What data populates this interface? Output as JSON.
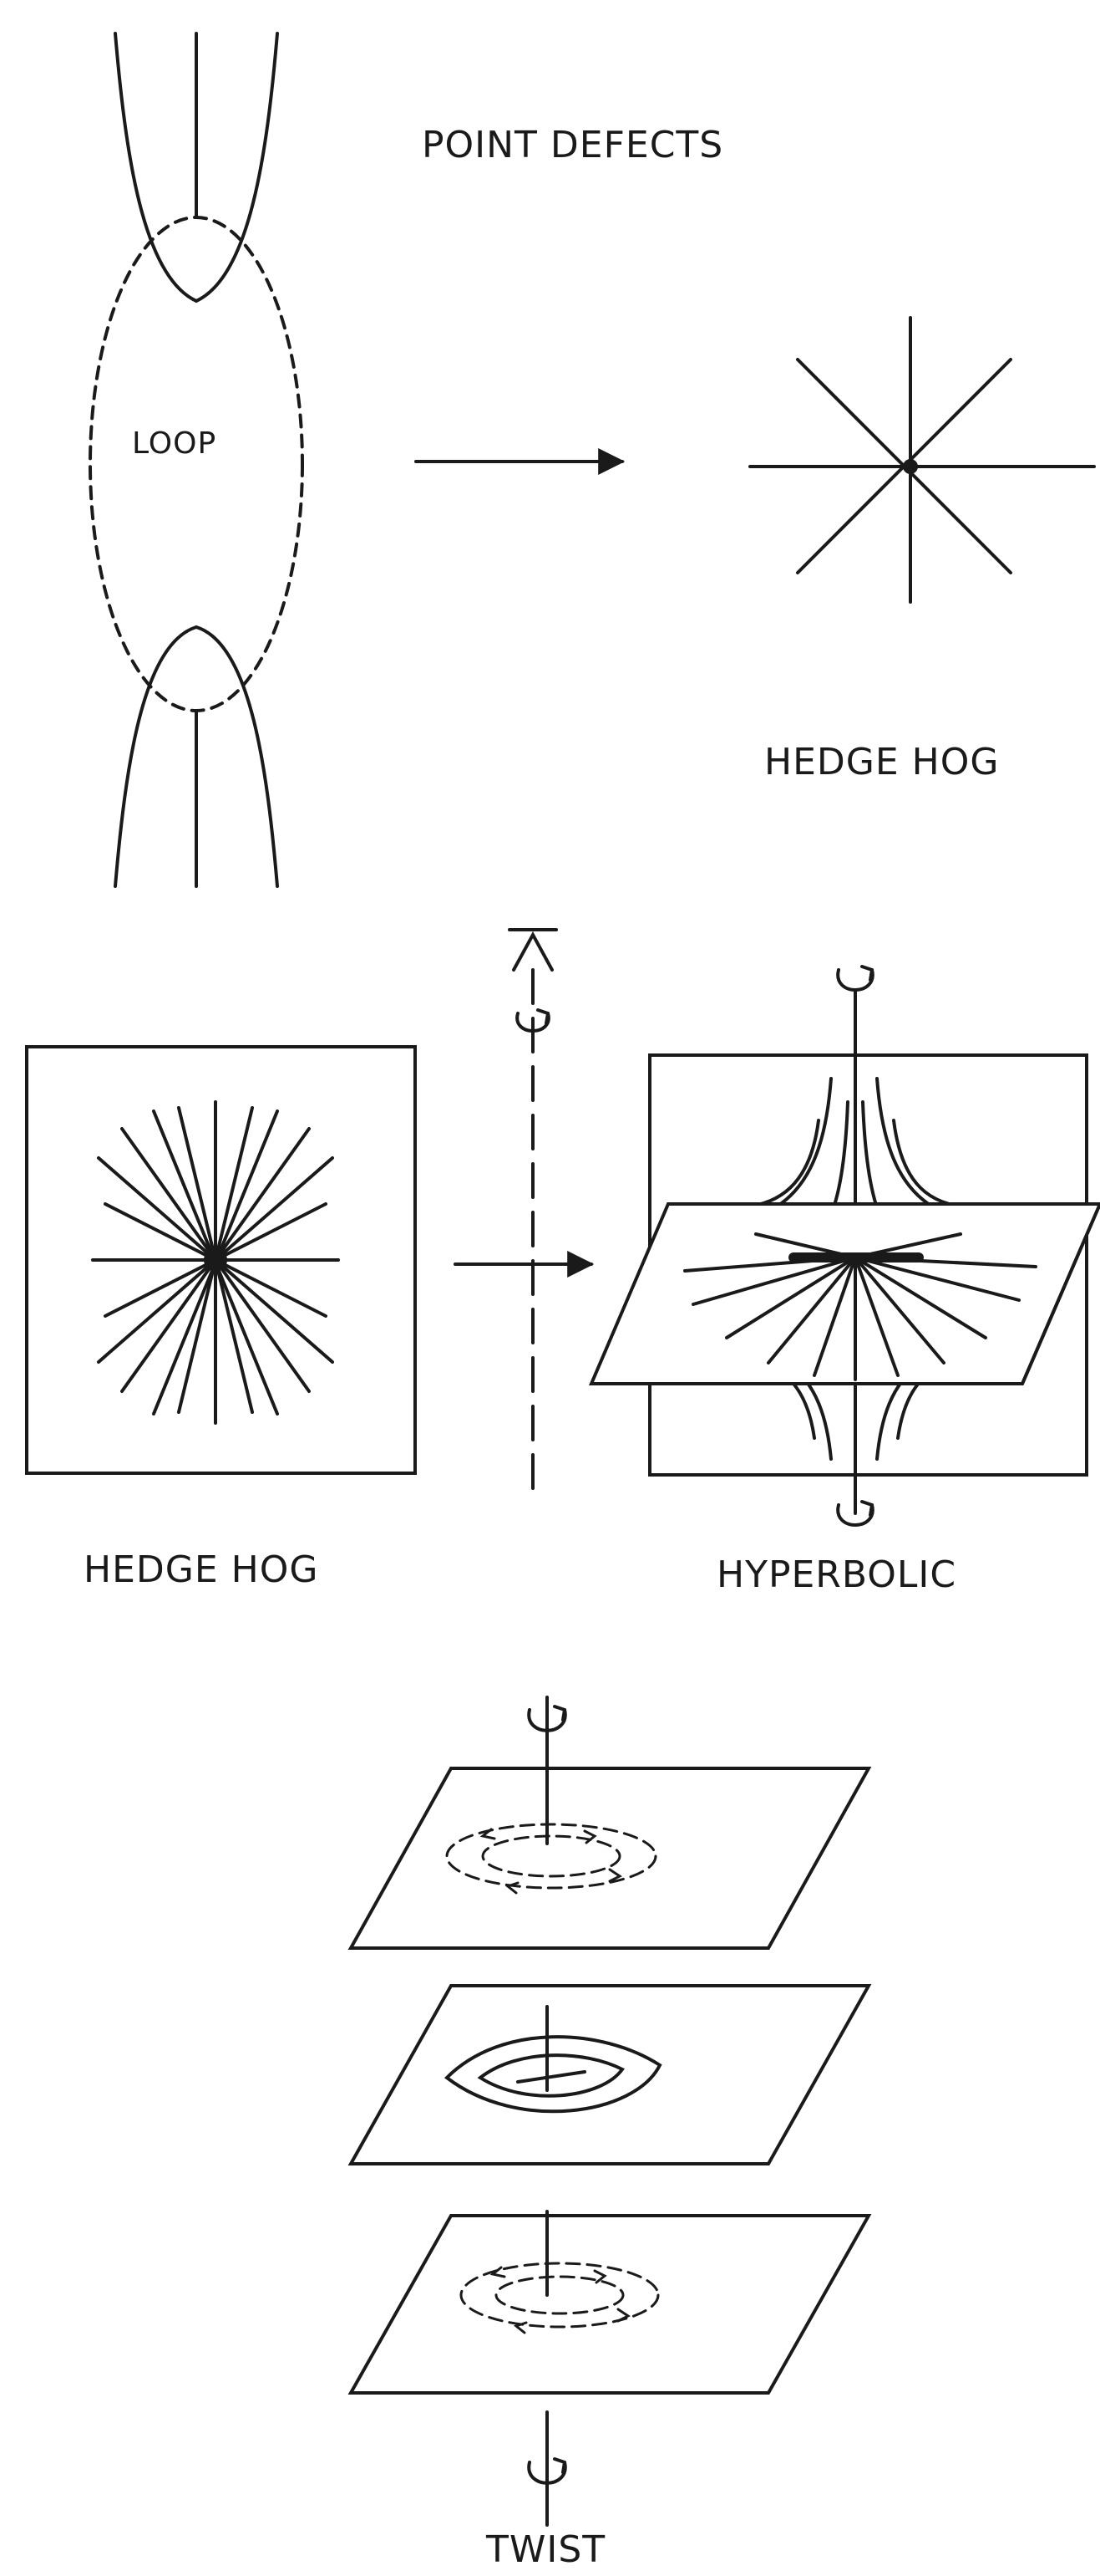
{
  "labels": {
    "point_defects": "POINT DEFECTS",
    "loop": "LOOP",
    "hedge_hog_top": "HEDGE HOG",
    "hedge_hog_mid": "HEDGE HOG",
    "hyperbolic": "HYPERBOLIC",
    "twist": "TWIST"
  },
  "colors": {
    "ink": "#1a1a1a",
    "background": "#ffffff"
  },
  "icons": [
    "arrow-right-icon",
    "rotation-axis-icon",
    "mirror-axis-icon"
  ]
}
